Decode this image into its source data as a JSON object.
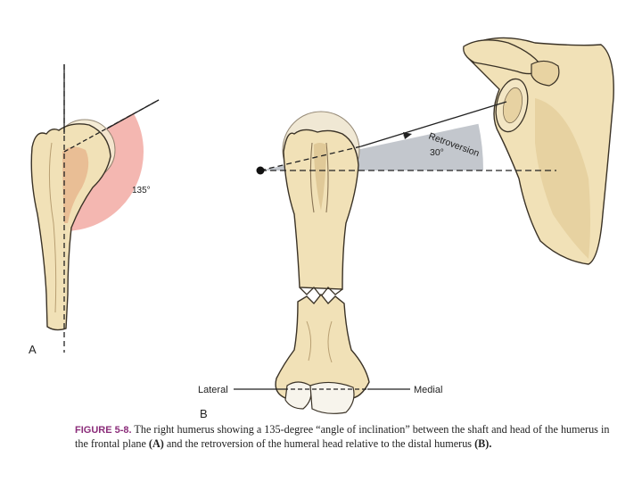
{
  "figure": {
    "panel_a": {
      "letter": "A",
      "angle_label": "135°"
    },
    "panel_b": {
      "letter": "B",
      "angle_name": "Retroversion",
      "angle_value": "30°",
      "lateral_label": "Lateral",
      "medial_label": "Medial"
    }
  },
  "caption": {
    "figure_number": "FIGURE 5-8.",
    "text_1": "The right humerus showing a 135-degree “angle of inclination” between the shaft and head of the humerus in the frontal plane",
    "bold_a": "(A)",
    "text_2": "and the retroversion of the humeral head relative to the distal humerus",
    "bold_b": "(B)."
  },
  "colors": {
    "bone": "#f1e1b7",
    "bone_shadow": "#d8bf8a",
    "outline": "#3a3226",
    "angle_pink": "#f2aaa3",
    "angle_gray": "#b9bdc4",
    "caption_accent": "#8b2d7a"
  }
}
